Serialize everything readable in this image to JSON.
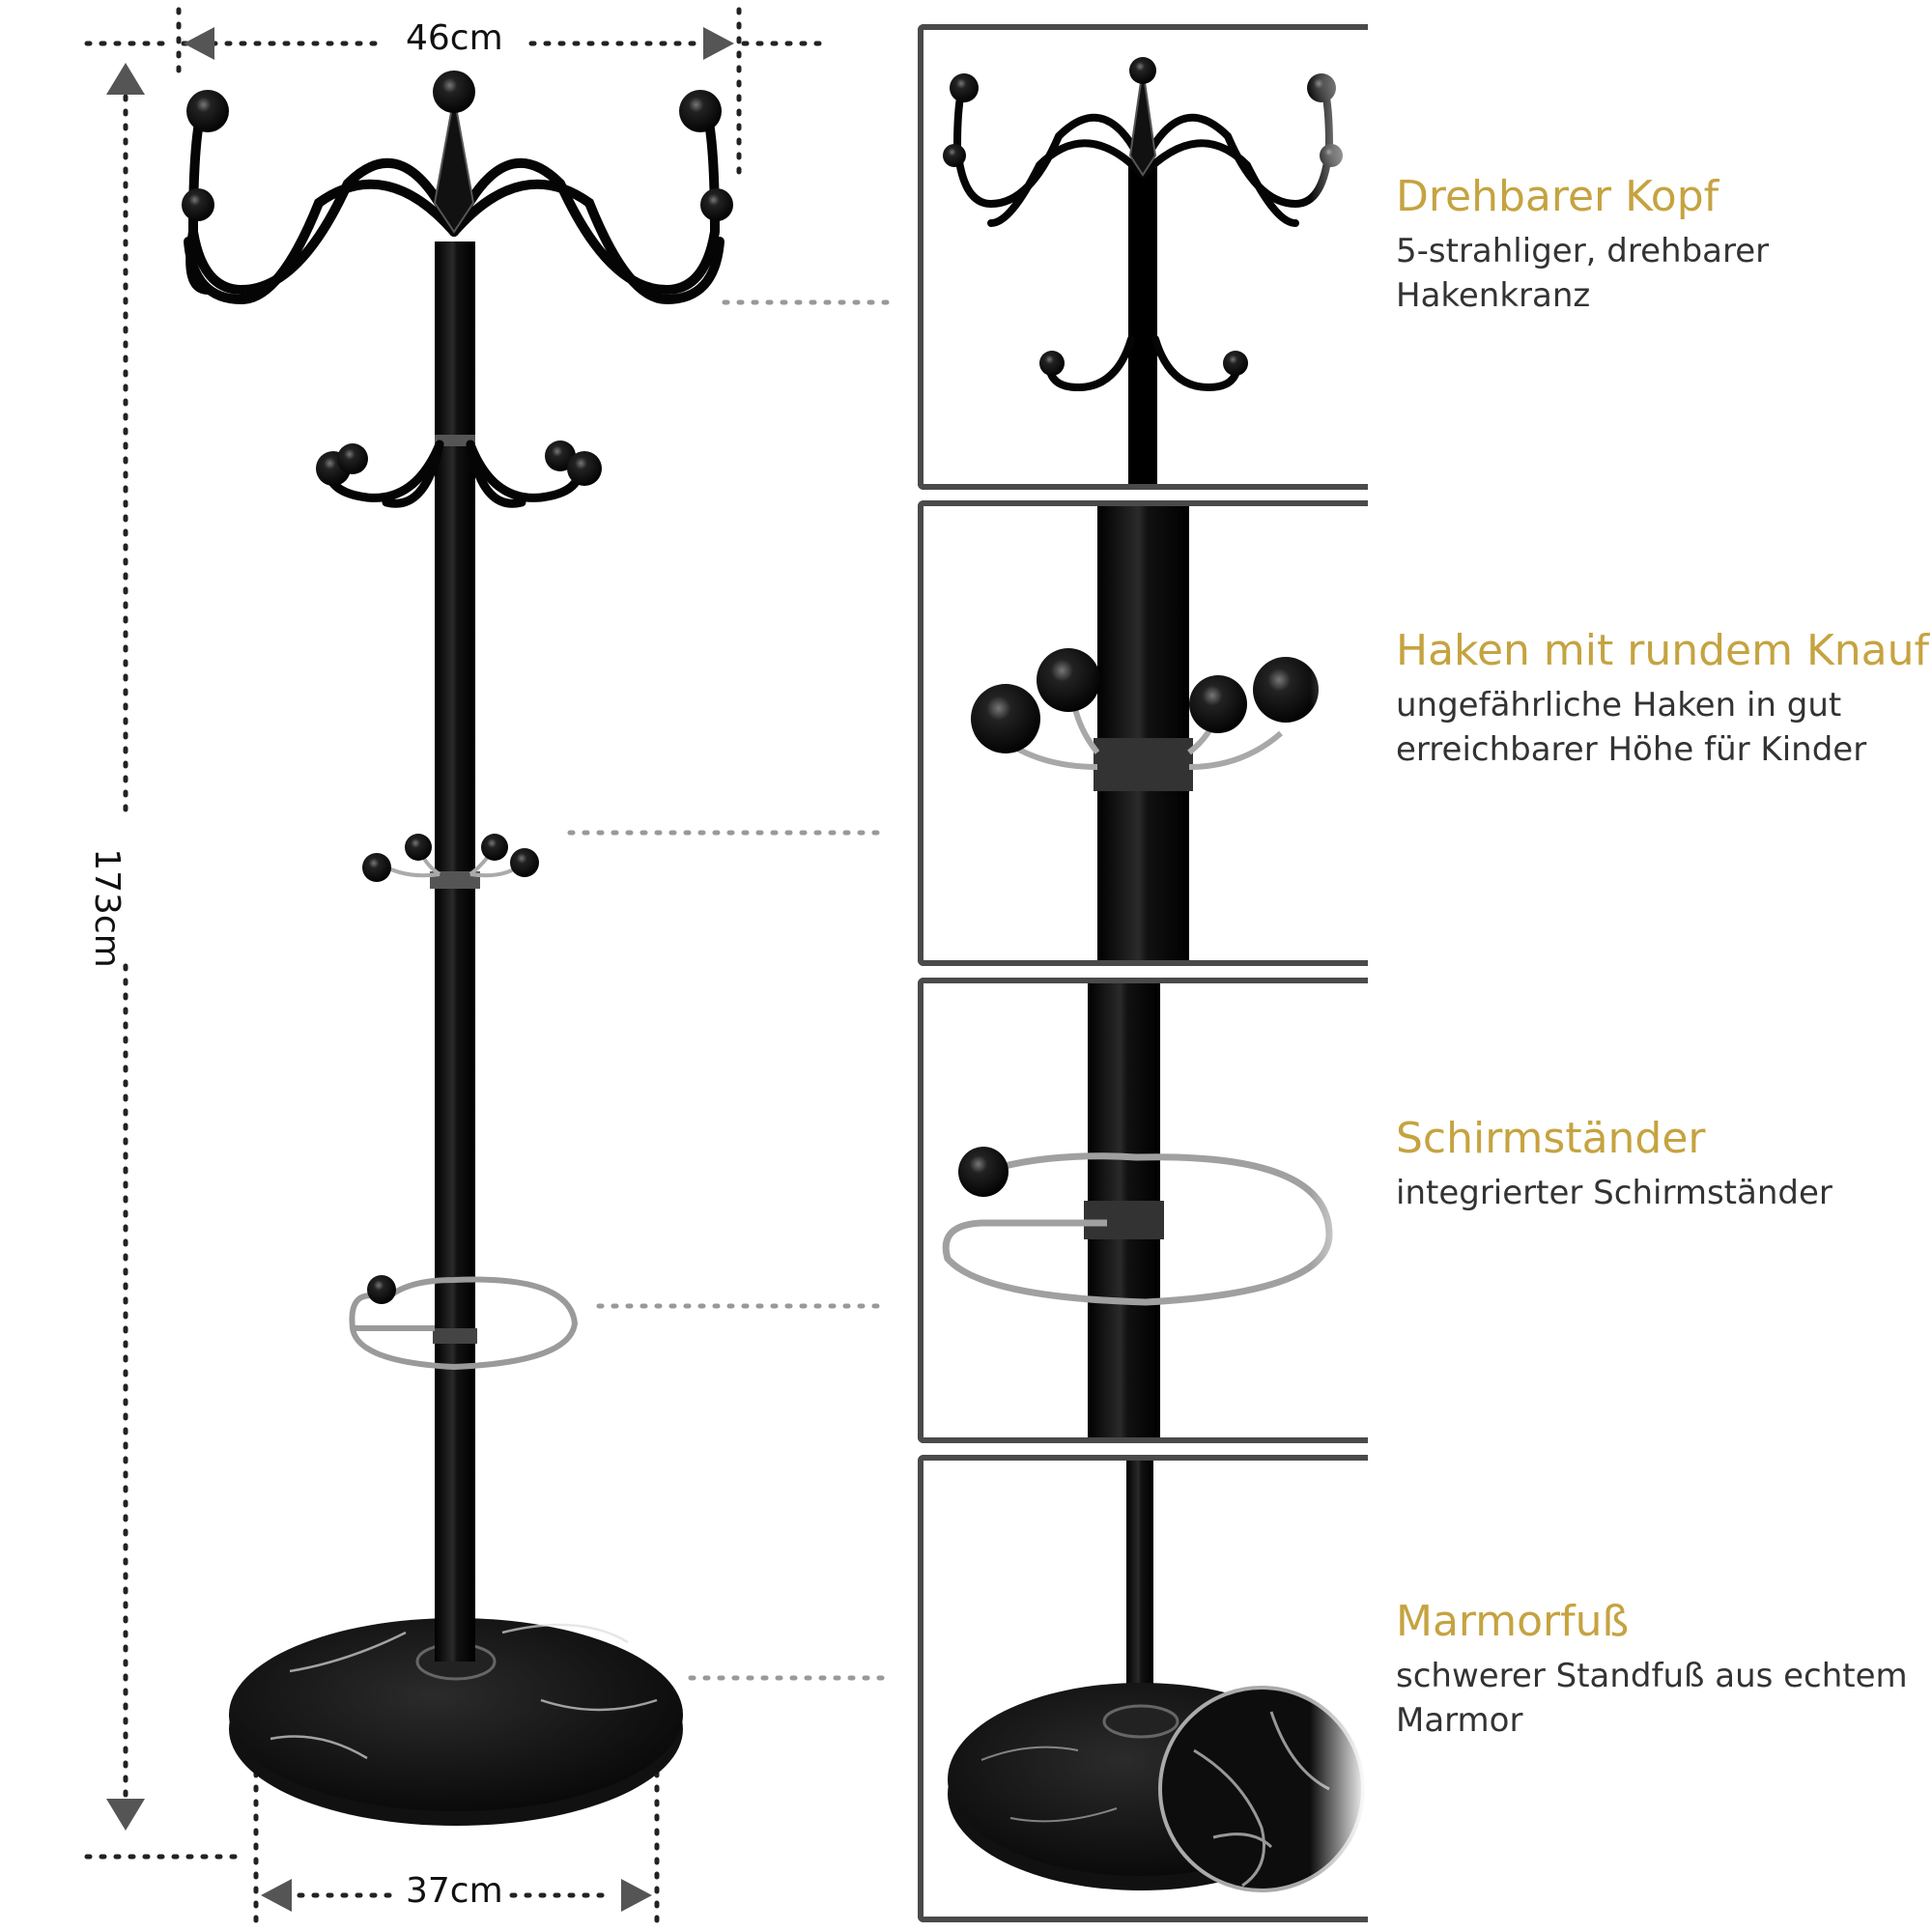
{
  "dimensions": {
    "top_width": "46cm",
    "height": "173cm",
    "base_width": "37cm"
  },
  "features": [
    {
      "title": "Drehbarer Kopf",
      "description": "5-strahliger, drehbarer Hakenkranz"
    },
    {
      "title": "Haken mit rundem Knauf",
      "description": "ungefährliche Haken in gut erreichbarer Höhe für Kinder"
    },
    {
      "title": "Schirmständer",
      "description": "integrierter Schirmständer"
    },
    {
      "title": "Marmorfuß",
      "description": "schwerer Standfuß aus echtem Marmor"
    }
  ],
  "colors": {
    "accent": "#c5a340",
    "frame": "#4a4a4a",
    "product": "#0a0a0a",
    "chrome": "#b5b5b5"
  }
}
